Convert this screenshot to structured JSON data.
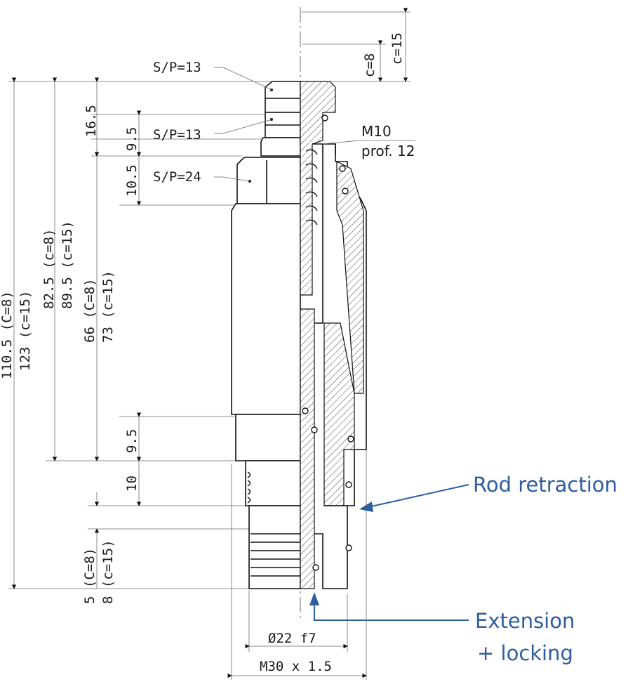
{
  "drawing": {
    "dimensions_vertical": {
      "c8": "c=8",
      "c15": "c=15",
      "d_16_5": "16.5",
      "d_9_5_top": "9.5",
      "d_10_5": "10.5",
      "overall_a": "110.5  (C=8)",
      "overall_b": "123  (c=15)",
      "mid_a": "82.5  (c=8)",
      "mid_b": "89.5  (c=15)",
      "inner_a": "66  (C=8)",
      "inner_b": "73  (c=15)",
      "d_9_5_bottom": "9.5",
      "d_10": "10",
      "tip_a": "5  (C=8)",
      "tip_b": "8  (c=15)"
    },
    "labels": {
      "sp13_top": "S/P=13",
      "sp13_mid": "S/P=13",
      "sp24": "S/P=24",
      "thread_m10": "M10",
      "thread_depth": "prof. 12"
    },
    "dimensions_horizontal": {
      "shaft_dia": "Ø22  f7",
      "thread": "M30  x  1.5"
    },
    "callouts": {
      "retraction": "Rod retraction",
      "extension_line1": "Extension",
      "extension_line2": "+ locking"
    }
  }
}
